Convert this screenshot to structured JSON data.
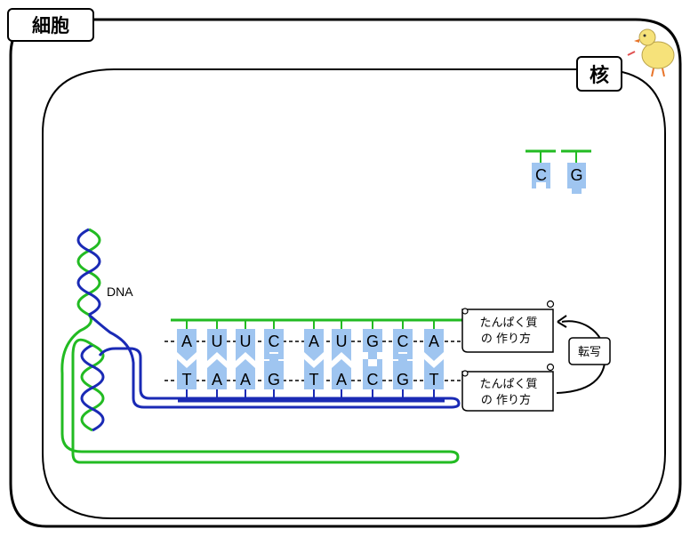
{
  "labels": {
    "cell": "細胞",
    "nucleus": "核",
    "dna": "DNA",
    "transcription": "転写"
  },
  "scrolls": [
    {
      "line1": "たんぱく質",
      "line2": "の 作り方"
    },
    {
      "line1": "たんぱく質",
      "line2": "の 作り方"
    }
  ],
  "top_strand": [
    "A",
    "U",
    "U",
    "C",
    "A",
    "U",
    "G",
    "C",
    "A"
  ],
  "bottom_strand": [
    "T",
    "A",
    "A",
    "G",
    "T",
    "A",
    "C",
    "G",
    "T"
  ],
  "free_nucleotides": [
    "C",
    "G"
  ],
  "colors": {
    "nucleotide": "#9fc5f0",
    "backbone_green": "#22bb22",
    "backbone_blue": "#1a2ab5"
  }
}
